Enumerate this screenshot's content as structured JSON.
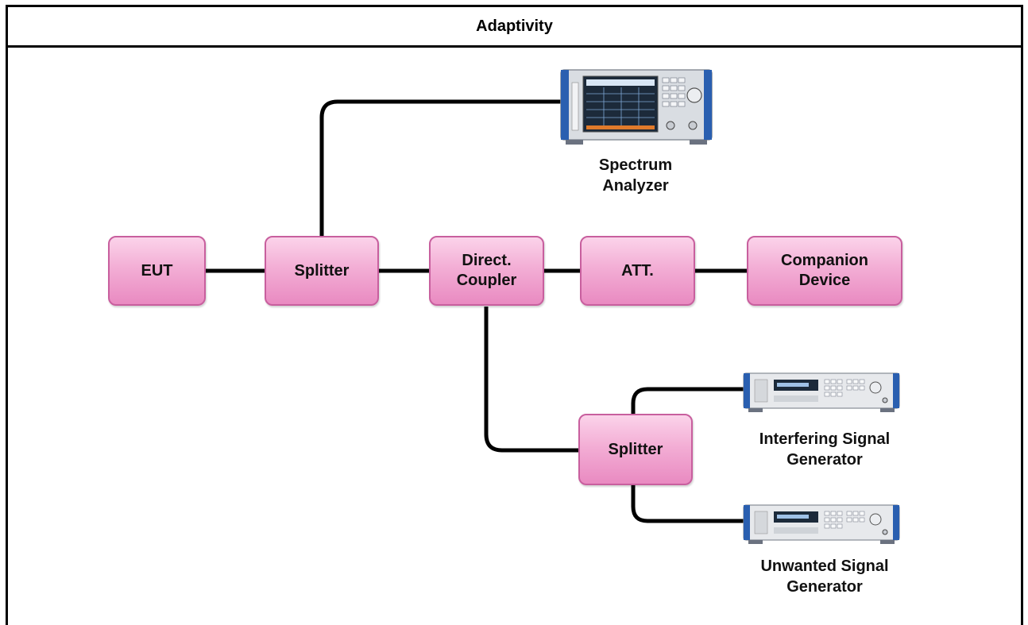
{
  "diagram": {
    "title": "Adaptivity",
    "nodes": {
      "eut": "EUT",
      "splitter_main": "Splitter",
      "directional_coupler": "Direct.\nCoupler",
      "attenuator": "ATT.",
      "companion_device": "Companion\nDevice",
      "splitter_sub": "Splitter"
    },
    "instruments": {
      "spectrum_analyzer": "Spectrum\nAnalyzer",
      "interfering_generator": "Interfering Signal\nGenerator",
      "unwanted_generator": "Unwanted Signal\nGenerator"
    },
    "colors": {
      "node_fill": "#f3aed5",
      "node_border": "#c85f9e",
      "wire": "#000000"
    },
    "icons": {
      "spectrum_analyzer": "spectrum-analyzer-icon",
      "signal_generator": "signal-generator-icon"
    }
  }
}
